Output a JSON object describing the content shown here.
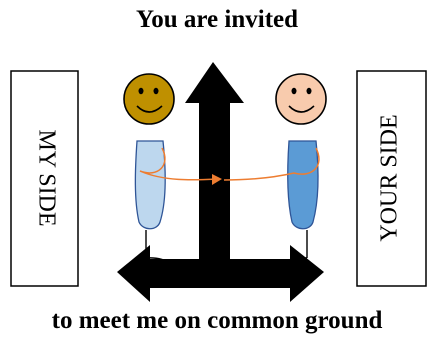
{
  "title": "You are invited",
  "caption": "to meet me on common ground",
  "left_box": {
    "label": "MY SIDE"
  },
  "right_box": {
    "label": "YOUR SIDE"
  },
  "colors": {
    "left_face": "#bf9000",
    "right_face": "#f8cbad",
    "left_body": "#bdd7ee",
    "right_body": "#5b9bd5",
    "handshake_line": "#ed7d31",
    "arrows": "#000000"
  },
  "icons": {
    "left_person": "smiley-face-icon",
    "right_person": "smiley-face-icon",
    "arrows": "three-way-arrow-icon"
  }
}
